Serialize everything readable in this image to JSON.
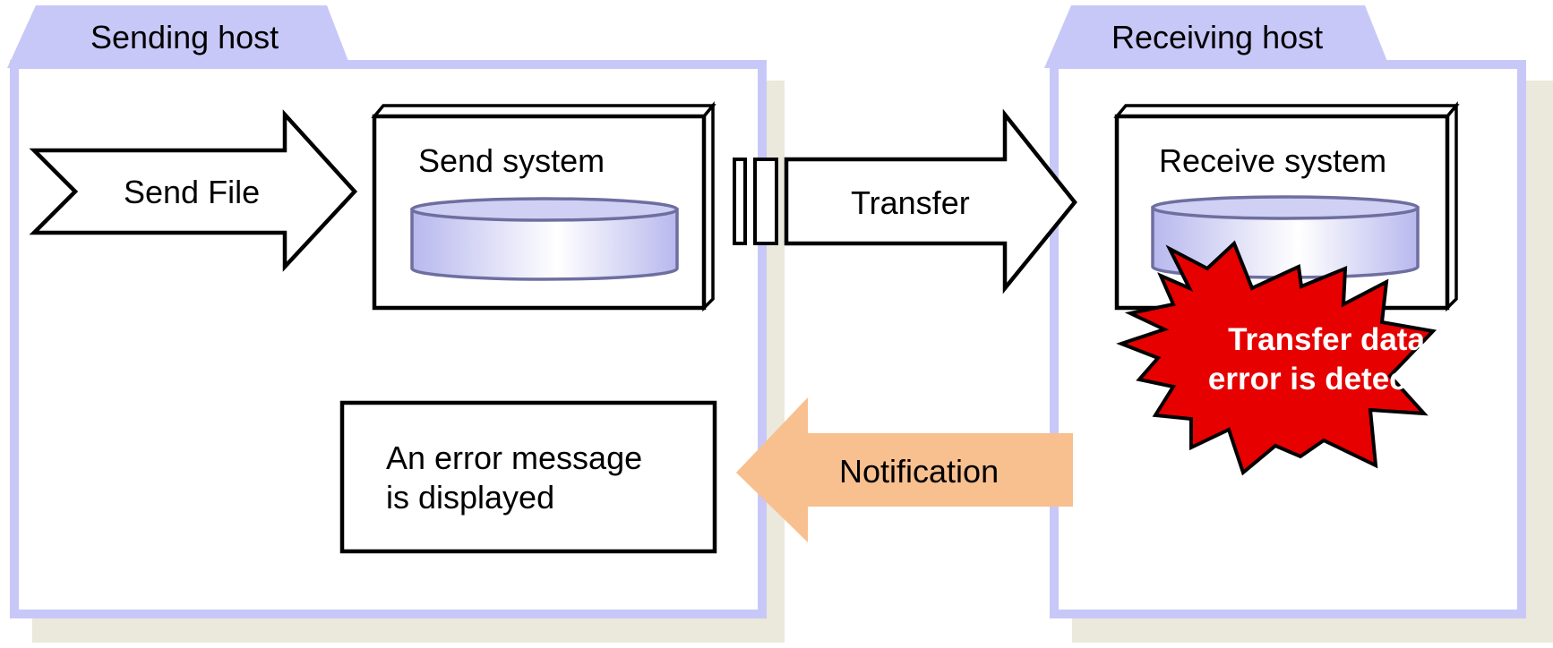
{
  "sending_host": {
    "title": "Sending host",
    "send_file_label": "Send File",
    "send_system_label": "Send system",
    "error_box_lines": [
      "An error message",
      "is displayed"
    ]
  },
  "transfer_label": "Transfer",
  "notification_label": "Notification",
  "receiving_host": {
    "title": "Receiving host",
    "receive_system_label": "Receive system",
    "error_burst_lines": [
      "Transfer data",
      "error is detected"
    ]
  },
  "colors": {
    "host_border": "#c8c8f8",
    "host_shadow": "#ebe8dc",
    "tab_fill": "#c8c8f8",
    "disk_fill": "#d0d0f4",
    "disk_stroke": "#6e6ea0",
    "notification_arrow": "#f8bf8f",
    "error_burst": "#e60000"
  }
}
